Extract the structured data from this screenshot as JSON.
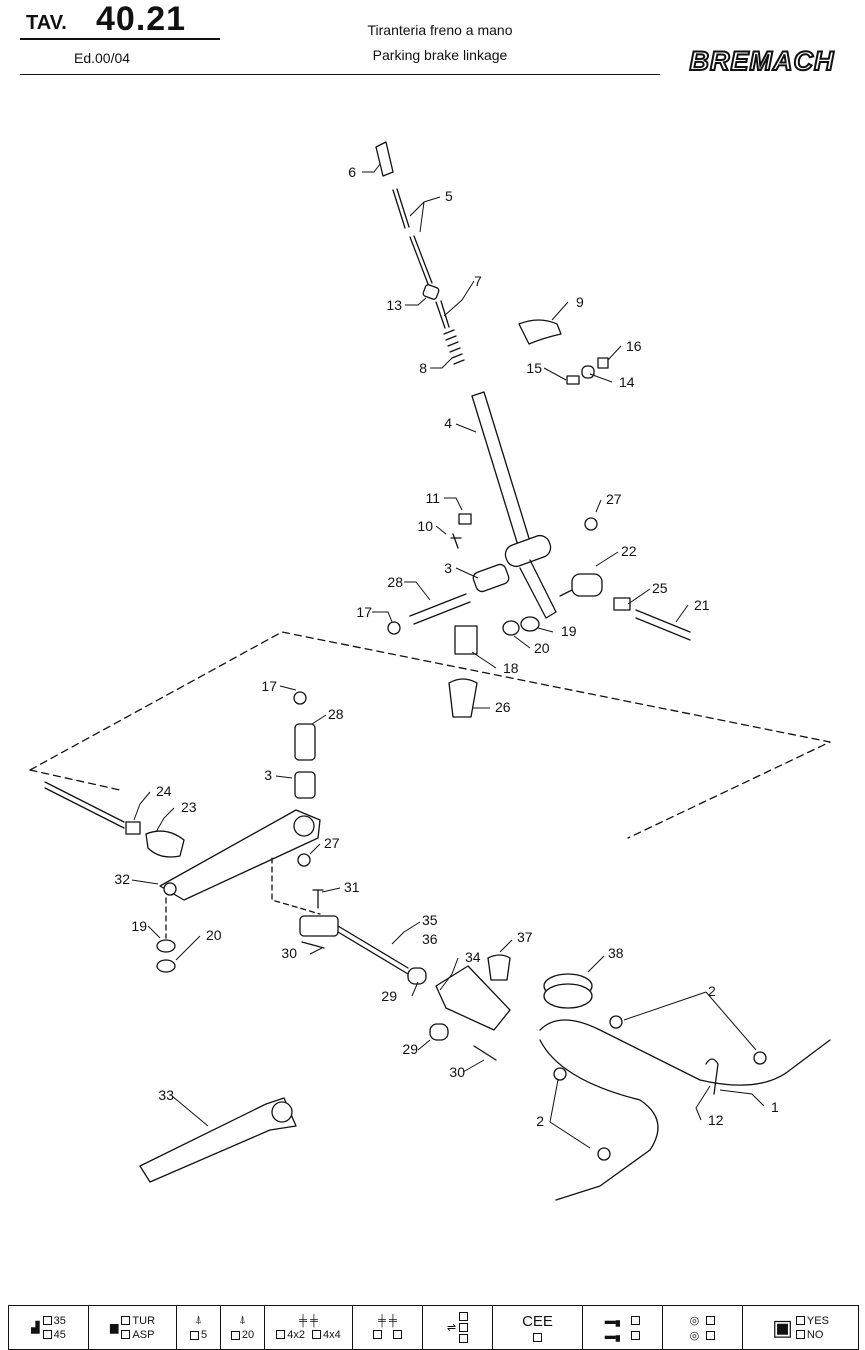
{
  "header": {
    "tav_label": "TAV.",
    "tav_number": "40.21",
    "edition": "Ed.00/04",
    "title_it": "Tiranteria freno a mano",
    "title_en": "Parking brake linkage",
    "brand": "BREMACH"
  },
  "callouts": [
    "6",
    "5",
    "13",
    "7",
    "9",
    "8",
    "16",
    "15",
    "14",
    "4",
    "11",
    "27",
    "10",
    "22",
    "3",
    "28",
    "25",
    "17",
    "19",
    "21",
    "20",
    "18",
    "17",
    "28",
    "26",
    "3",
    "24",
    "23",
    "27",
    "32",
    "31",
    "19",
    "20",
    "35",
    "36",
    "30",
    "37",
    "34",
    "38",
    "29",
    "2",
    "29",
    "30",
    "33",
    "1",
    "12",
    "2"
  ],
  "footer": {
    "cell1": [
      "35",
      "45"
    ],
    "cell2": [
      "TUR",
      "ASP"
    ],
    "cell3": [
      "5"
    ],
    "cell4": [
      "20"
    ],
    "cell5": [
      "4x2"
    ],
    "cell6": [
      "4x4"
    ],
    "cee": "CEE",
    "yes": "YES",
    "no": "NO"
  },
  "colors": {
    "ink": "#111111",
    "paper": "#ffffff"
  }
}
